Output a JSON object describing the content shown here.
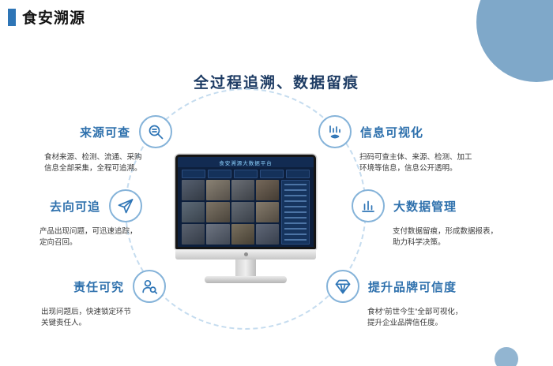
{
  "header": {
    "title": "食安溯源"
  },
  "main_title": "全过程追溯、数据留痕",
  "features": [
    {
      "title": "来源可查",
      "icon": "search-icon",
      "desc_lines": [
        "食材来源、检测、流通、采购",
        "信息全部采集，全程可追溯。"
      ]
    },
    {
      "title": "去向可追",
      "icon": "send-icon",
      "desc_lines": [
        "产品出现问题，可迅速追踪，",
        "定向召回。"
      ]
    },
    {
      "title": "责任可究",
      "icon": "person-search-icon",
      "desc_lines": [
        "出现问题后，快速锁定环节",
        "关键责任人。"
      ]
    },
    {
      "title": "信息可视化",
      "icon": "chart-eye-icon",
      "desc_lines": [
        "扫码可查主体、来源、检测、加工",
        "环境等信息，信息公开透明。"
      ]
    },
    {
      "title": "大数据管理",
      "icon": "bar-chart-icon",
      "desc_lines": [
        "支付数据留痕，形成数据报表，",
        "助力科学决策。"
      ]
    },
    {
      "title": "提升品牌可信度",
      "icon": "diamond-icon",
      "desc_lines": [
        "食材“前世今生”全部可视化，",
        "提升企业品牌信任度。"
      ]
    }
  ],
  "monitor": {
    "screen_title": "食安溯源大数据平台"
  },
  "colors": {
    "accent": "#2e75b6",
    "feature_title": "#2f71ad",
    "title_navy": "#1e3c64",
    "deco_circle": "#7fa8c9",
    "icon_ring": "#85b3d9",
    "dashed_ring": "#c5dcef"
  }
}
